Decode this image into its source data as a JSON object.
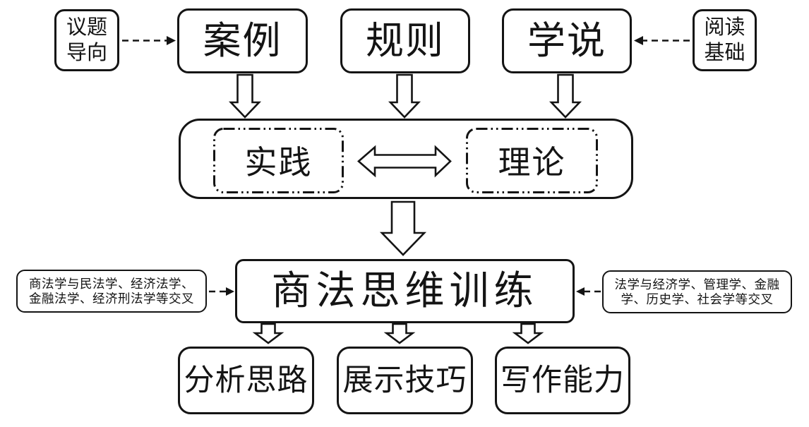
{
  "colors": {
    "ink": "#141414",
    "background": "#ffffff"
  },
  "nodes": {
    "topic_orientation": {
      "line1": "议题",
      "line2": "导向"
    },
    "case": {
      "label": "案例"
    },
    "rules": {
      "label": "规则"
    },
    "doctrine": {
      "label": "学说"
    },
    "reading_foundation": {
      "line1": "阅读",
      "line2": "基础"
    },
    "practice": {
      "label": "实践"
    },
    "theory": {
      "label": "理论"
    },
    "training": {
      "label": "商法思维训练"
    },
    "left_note": {
      "line1": "商法学与民法学、经济法学、",
      "line2": "金融法学、经济刑法学等交叉"
    },
    "right_note": {
      "line1": "法学与经济学、管理学、金融",
      "line2": "学、历史学、社会学等交叉"
    },
    "analysis": {
      "label": "分析思路"
    },
    "presentation": {
      "label": "展示技巧"
    },
    "writing": {
      "label": "写作能力"
    }
  },
  "connections": [
    {
      "from": "议题导向",
      "to": "案例",
      "style": "dashed-arrow"
    },
    {
      "from": "阅读基础",
      "to": "学说",
      "style": "dashed-arrow"
    },
    {
      "from": "案例",
      "to": "实践/理论",
      "style": "block-arrow-down"
    },
    {
      "from": "规则",
      "to": "实践/理论",
      "style": "block-arrow-down"
    },
    {
      "from": "学说",
      "to": "实践/理论",
      "style": "block-arrow-down"
    },
    {
      "from": "实践",
      "to": "理论",
      "style": "block-arrow-double"
    },
    {
      "from": "实践/理论",
      "to": "商法思维训练",
      "style": "block-arrow-down"
    },
    {
      "from": "商法学与民法学、经济法学、金融法学、经济刑法学等交叉",
      "to": "商法思维训练",
      "style": "dashed-arrow"
    },
    {
      "from": "法学与经济学、管理学、金融学、历史学、社会学等交叉",
      "to": "商法思维训练",
      "style": "dashed-arrow"
    },
    {
      "from": "商法思维训练",
      "to": "分析思路",
      "style": "block-arrow-down"
    },
    {
      "from": "商法思维训练",
      "to": "展示技巧",
      "style": "block-arrow-down"
    },
    {
      "from": "商法思维训练",
      "to": "写作能力",
      "style": "block-arrow-down"
    }
  ]
}
